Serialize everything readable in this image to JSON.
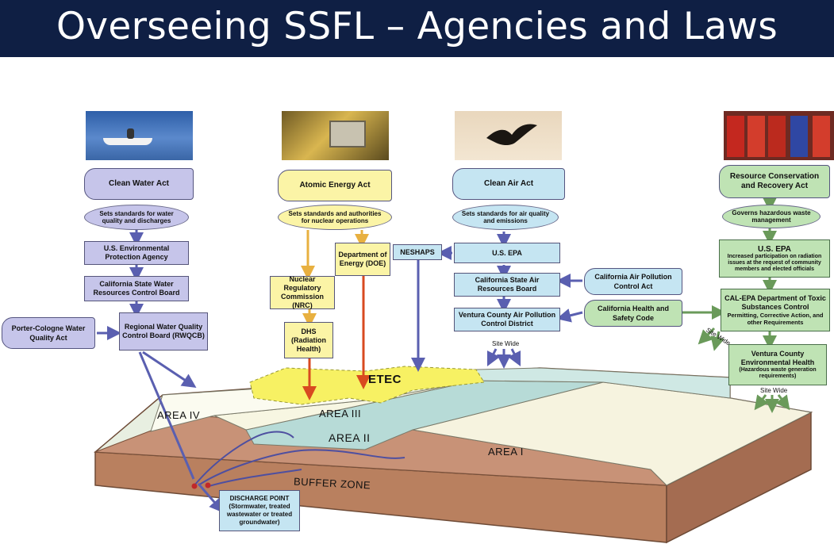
{
  "title": "Overseeing SSFL – Agencies and Laws",
  "columns": {
    "water": {
      "act": "Clean Water Act",
      "summary": "Sets standards for water quality and discharges",
      "agencies": [
        "U.S. Environmental Protection Agency",
        "California State Water Resources Control Board",
        "Regional Water Quality Control Board (RWQCB)"
      ],
      "side_act": "Porter-Cologne Water Quality Act"
    },
    "atomic": {
      "act": "Atomic Energy Act",
      "summary": "Sets standards and authorities for nuclear operations",
      "agencies": [
        "Nuclear Regulatory Commission (NRC)",
        "Department of Energy (DOE)",
        "DHS (Radiation Health)"
      ]
    },
    "air": {
      "act": "Clean Air Act",
      "summary": "Sets standards for air quality and emissions",
      "agencies": [
        "U.S. EPA",
        "California State Air Resources Board",
        "Ventura County Air Pollution Control District"
      ],
      "neshaps": "NESHAPS",
      "side_acts": [
        "California Air Pollution Control Act",
        "California Health and Safety Code"
      ],
      "site_wide": "Site Wide"
    },
    "rcra": {
      "act": "Resource Conservation and Recovery Act",
      "summary": "Governs hazardous waste management",
      "us_epa_title": "U.S. EPA",
      "us_epa_note": "Increased participation on radiation issues at the request of community members and elected officials",
      "calepa_title": "CAL-EPA Department of Toxic Substances Control",
      "calepa_note": "Permitting, Corrective Action, and other Requirements",
      "ventura_title": "Ventura County Environmental Health",
      "ventura_note": "(Hazardous waste generation requirements)",
      "site_wide_1": "Site Wide",
      "site_wide_2": "Site Wide"
    }
  },
  "map": {
    "areas": [
      "AREA IV",
      "AREA III",
      "AREA II",
      "AREA I"
    ],
    "buffer": "BUFFER ZONE",
    "etec": "ETEC",
    "discharge": "DISCHARGE POINT (Stormwater, treated wastewater or treated groundwater)"
  },
  "colors": {
    "title_bg": "#0f1f44",
    "purple": "#c6c5ea",
    "yellow": "#fbf4a6",
    "blue": "#c5e5f2",
    "green": "#bfe3b4",
    "terrain": "#c08a70"
  }
}
